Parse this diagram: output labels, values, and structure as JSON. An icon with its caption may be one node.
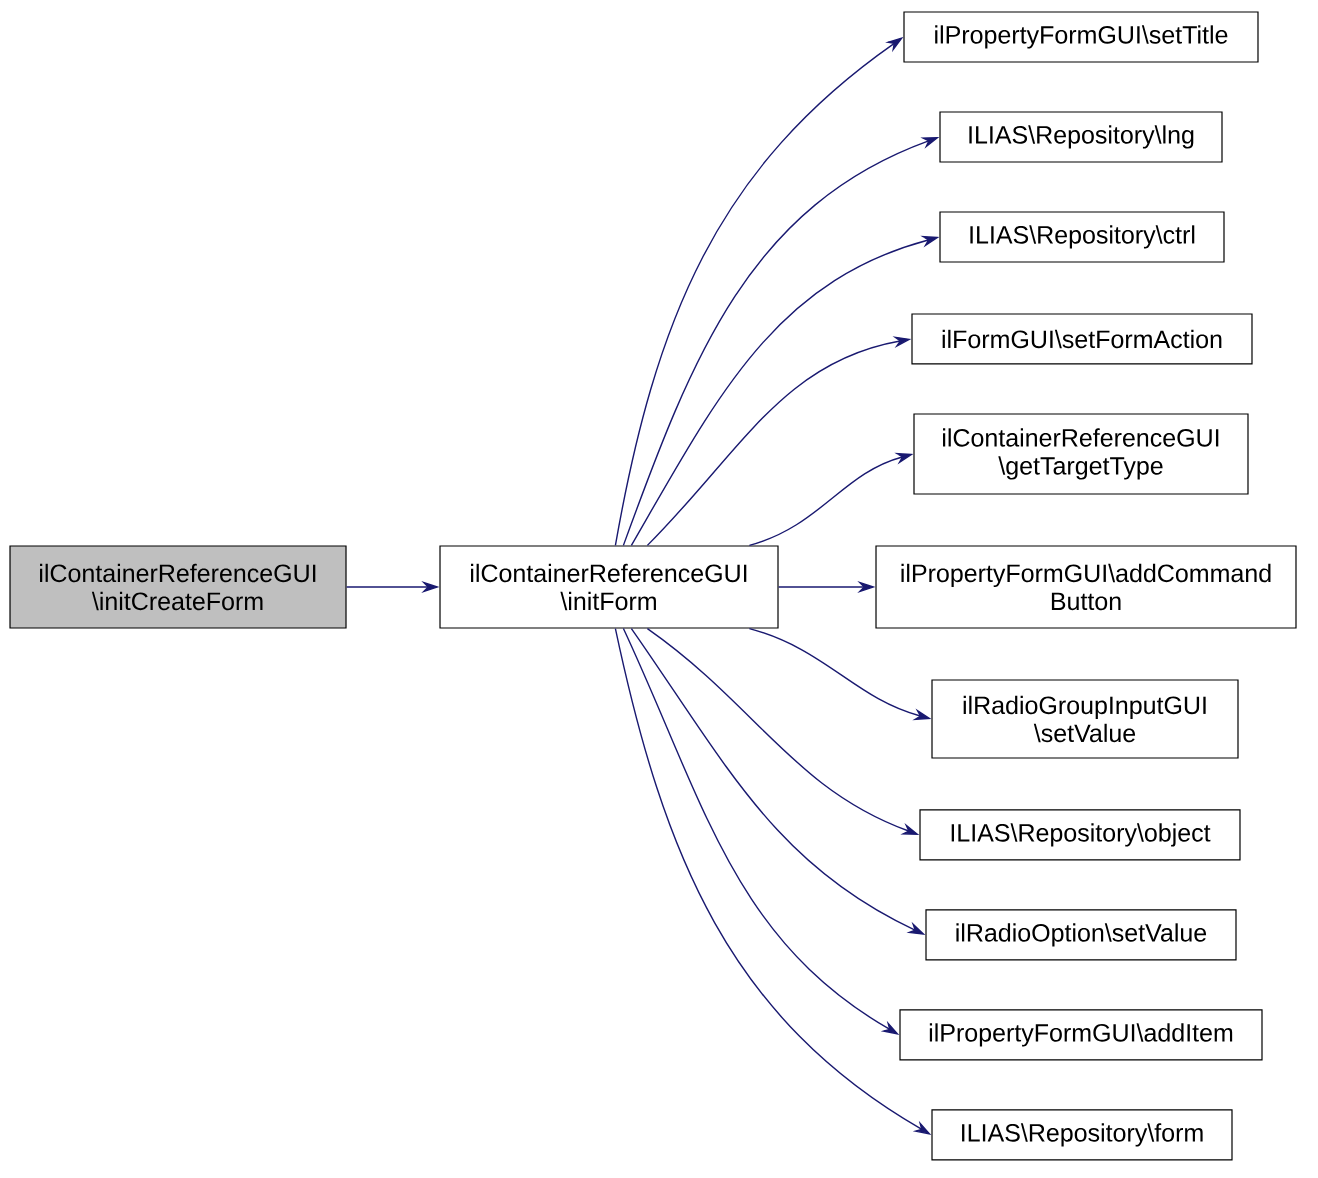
{
  "diagram": {
    "nodes": [
      {
        "text": [
          "ilContainerReferenceGUI \\initCreateForm"
        ]
      },
      {
        "text": [
          "ilContainerReferenceGUI \\initForm"
        ]
      },
      {
        "text": [
          "ilPropertyFormGUI\\setTitle"
        ]
      },
      {
        "text": [
          "ILIAS\\Repository\\lng"
        ]
      },
      {
        "text": [
          "ILIAS\\Repository\\ctrl"
        ]
      },
      {
        "text": [
          "ilFormGUI\\setFormAction"
        ]
      },
      {
        "text": [
          "ilContainerReferenceGUI \\getTargetType"
        ]
      },
      {
        "text": [
          "ilPropertyFormGUI\\addCommand Button"
        ]
      },
      {
        "text": [
          "ilRadioGroupInputGUI \\setValue"
        ]
      },
      {
        "text": [
          "ILIAS\\Repository\\object"
        ]
      },
      {
        "text": [
          "ilRadioOption\\setValue"
        ]
      },
      {
        "text": [
          "ilPropertyFormGUI\\addItem"
        ]
      },
      {
        "text": [
          "ILIAS\\Repository\\form"
        ]
      }
    ],
    "edges": [
      {
        "from": 0,
        "to": 1,
        "arrow": "to"
      },
      {
        "from": 1,
        "to": 2,
        "arrow": "to"
      },
      {
        "from": 1,
        "to": 3,
        "arrow": "to"
      },
      {
        "from": 1,
        "to": 4,
        "arrow": "to"
      },
      {
        "from": 1,
        "to": 5,
        "arrow": "to"
      },
      {
        "from": 1,
        "to": 6,
        "arrow": "to"
      },
      {
        "from": 1,
        "to": 7,
        "arrow": "to"
      },
      {
        "from": 1,
        "to": 8,
        "arrow": "to"
      },
      {
        "from": 1,
        "to": 9,
        "arrow": "to"
      },
      {
        "from": 1,
        "to": 10,
        "arrow": "to"
      },
      {
        "from": 1,
        "to": 11,
        "arrow": "to"
      },
      {
        "from": 1,
        "to": 12,
        "arrow": "to"
      }
    ]
  }
}
